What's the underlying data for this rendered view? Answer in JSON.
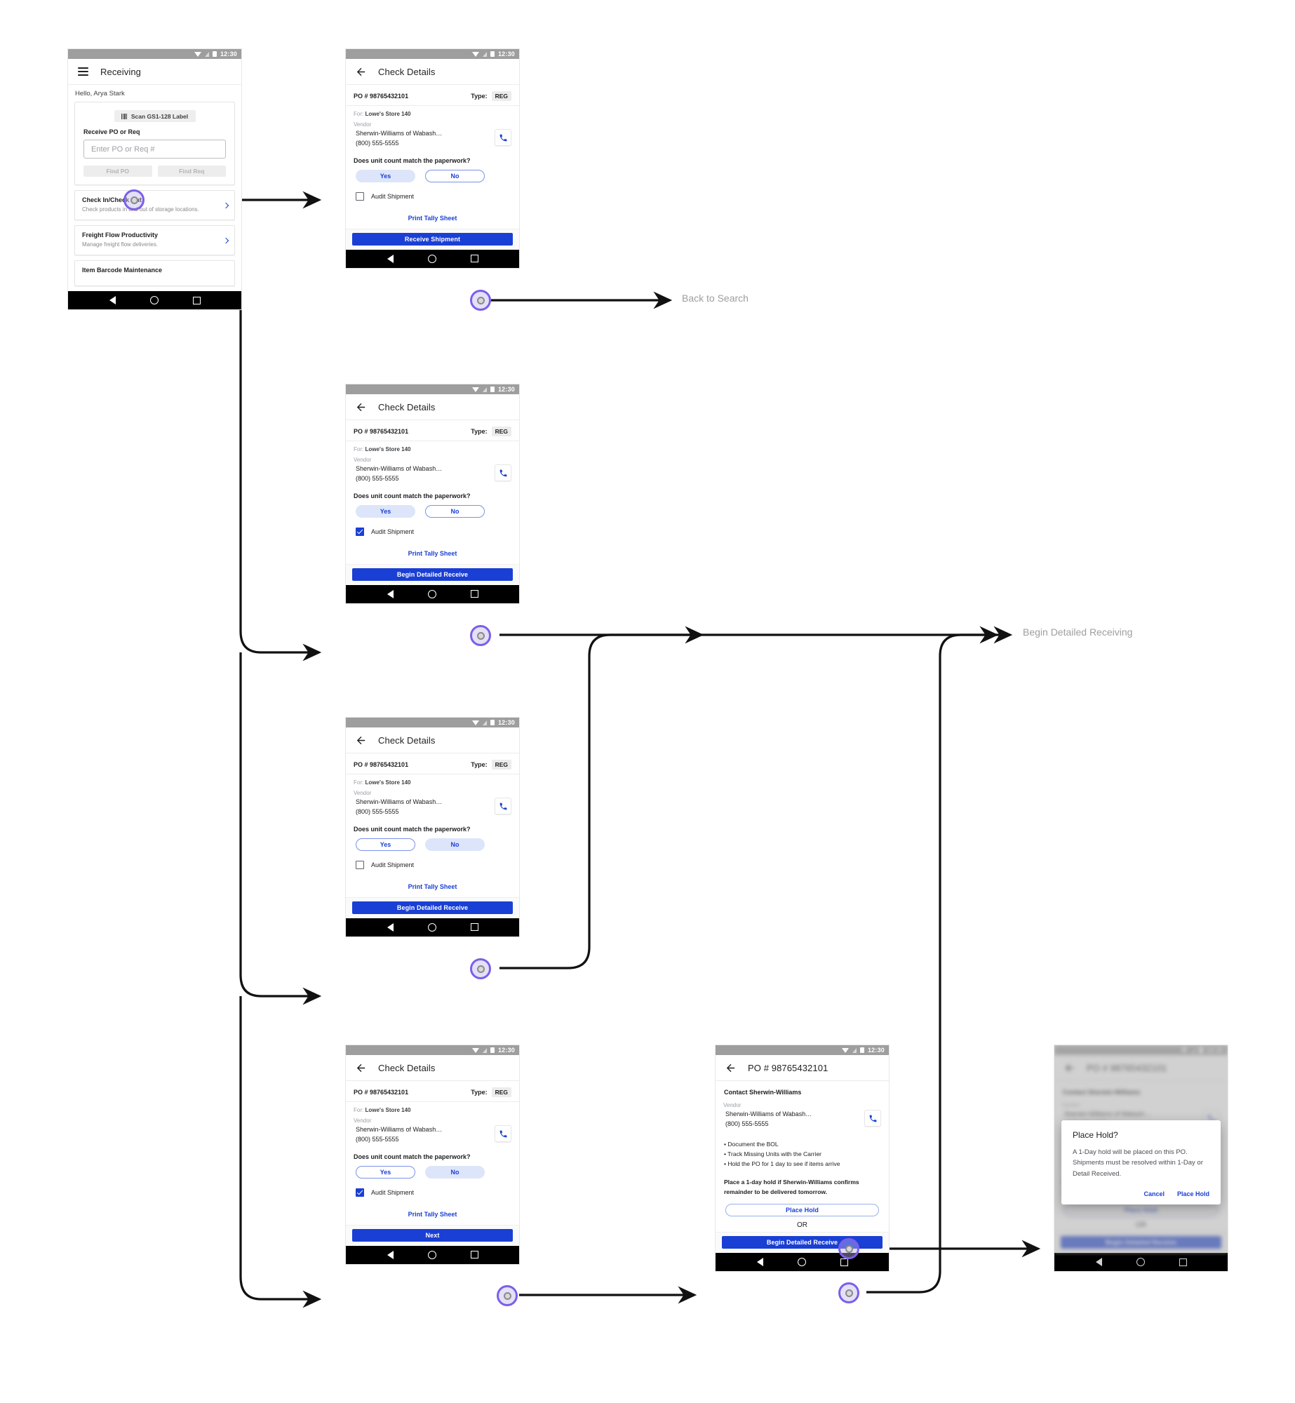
{
  "status_bar": {
    "time": "12:30"
  },
  "flow_labels": [
    {
      "id": "back-to-search",
      "text": "Back to Search"
    },
    {
      "id": "begin-detailed-receiving",
      "text": "Begin Detailed Receiving"
    }
  ],
  "screens": {
    "home": {
      "title": "Receiving",
      "menu_icon": "hamburger-menu-icon",
      "greeting": "Hello, Arya Stark",
      "scan_button": "Scan GS1-128 Label",
      "field_label": "Receive PO or Req",
      "input_placeholder": "Enter PO or Req #",
      "input_value": "",
      "find_po_button": "Find PO",
      "find_req_button": "Find Req",
      "list": [
        {
          "title": "Check In/Check Out",
          "desc": "Check products in and out of storage locations."
        },
        {
          "title": "Freight Flow Productivity",
          "desc": "Manage freight flow deliveries."
        },
        {
          "title": "Item Barcode Maintenance",
          "desc": ""
        }
      ]
    },
    "check_details": {
      "title": "Check Details",
      "back_icon": "arrow-left-icon",
      "po_number": "PO # 98765432101",
      "type_label": "Type:",
      "type_value": "REG",
      "for_prefix": "For:",
      "for_value": "Lowe's Store  140",
      "vendor_label": "Vendor",
      "vendor_name": "Sherwin-Williams of Wabash…",
      "vendor_phone": "(800) 555-5555",
      "phone_icon": "phone-icon",
      "question": "Does unit count match the paperwork?",
      "yes_label": "Yes",
      "no_label": "No",
      "audit_label": "Audit Shipment",
      "print_tally": "Print Tally Sheet",
      "cta_receive": "Receive Shipment",
      "cta_detailed": "Begin Detailed Receive",
      "cta_next": "Next"
    },
    "contact": {
      "title": "PO # 98765432101",
      "back_icon": "arrow-left-icon",
      "heading": "Contact Sherwin-Williams",
      "vendor_label": "Vendor",
      "vendor_name": "Sherwin-Williams of Wabash…",
      "vendor_phone": "(800) 555-5555",
      "phone_icon": "phone-icon",
      "bullets": [
        "• Document the BOL",
        "• Track Missing Units with the Carrier",
        "• Hold the PO for 1 day to see if items arrive"
      ],
      "hold_note": "Place a 1-day hold if Sherwin-Williams confirms remainder to be delivered tomorrow.",
      "place_hold_button": "Place Hold",
      "or_text": "OR",
      "begin_detailed_button": "Begin Detailed Receive"
    },
    "dialog": {
      "title": "Place Hold?",
      "body": "A 1-Day hold will be placed on this PO. Shipments must be resolved within 1-Day or Detail Received.",
      "cancel_label": "Cancel",
      "confirm_label": "Place Hold"
    }
  },
  "states": {
    "p2": {
      "answer": "Yes",
      "audit_checked": false,
      "cta": "Receive Shipment"
    },
    "p3": {
      "answer": "Yes",
      "audit_checked": true,
      "cta": "Begin Detailed Receive"
    },
    "p4": {
      "answer": "No",
      "audit_checked": false,
      "cta": "Begin Detailed Receive"
    },
    "p5": {
      "answer": "No",
      "audit_checked": true,
      "cta": "Next"
    }
  },
  "colors": {
    "primary_blue": "#1a3fd4",
    "selected_pill": "#dde5fb",
    "hotspot_ring": "#7b5fe8",
    "status_bar": "#9e9e9e",
    "nav_bar": "#000000",
    "label_grey": "#9e9e9e"
  }
}
